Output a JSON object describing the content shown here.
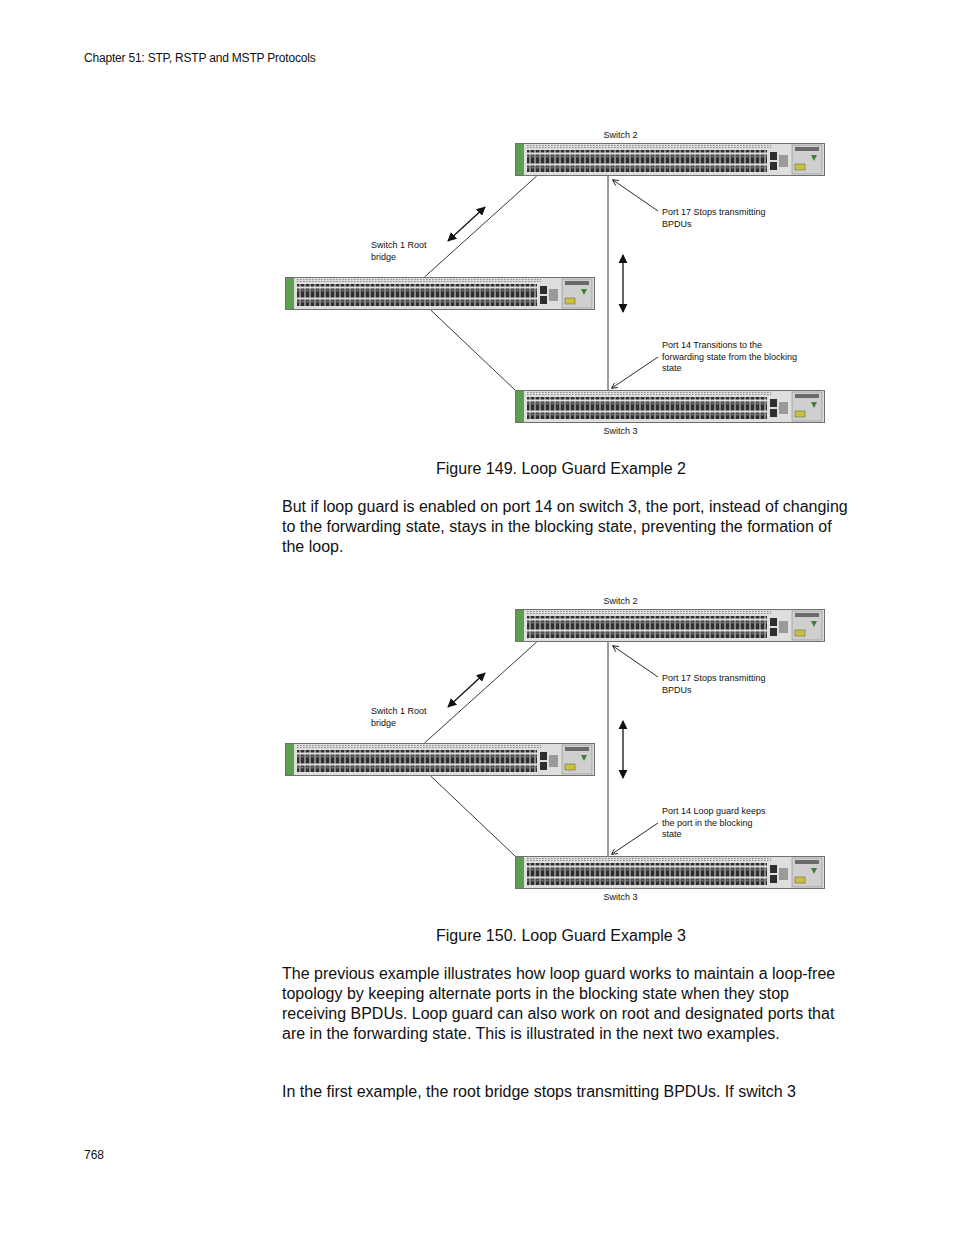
{
  "diagram": {
    "nodes": [
      {
        "text": [
          "Switch 2"
        ]
      },
      {
        "text": [
          "Switch 1 Root bridge"
        ]
      },
      {
        "text": [
          "Switch 3"
        ]
      },
      {
        "text": [
          "Switch 2"
        ]
      },
      {
        "text": [
          "Switch 1 Root bridge"
        ]
      },
      {
        "text": [
          "Switch 3"
        ]
      }
    ],
    "edges": [
      {
        "from": 1,
        "to": 0,
        "arrow": "none"
      },
      {
        "from": 1,
        "to": 2,
        "arrow": "none"
      },
      {
        "from": 0,
        "to": 2,
        "arrow": "none"
      },
      {
        "from": 4,
        "to": 3,
        "arrow": "none"
      },
      {
        "from": 4,
        "to": 5,
        "arrow": "none"
      },
      {
        "from": 3,
        "to": 5,
        "arrow": "none"
      }
    ],
    "labels": [
      "Chapter 51: STP, RSTP and MSTP Protocols",
      "Port 17 Stops transmitting BPDUs",
      "Port 14 Transitions to the forwarding state from the blocking state",
      "Figure 149. Loop Guard Example 2",
      "But if loop guard is enabled on port 14 on switch 3, the port, instead of changing to the forwarding state, stays in the blocking state, preventing the formation of the loop.",
      "Port 17 Stops transmitting BPDUs",
      "Port 14 Loop guard keeps the port in the blocking state",
      "Figure 150. Loop Guard Example 3",
      "The previous example illustrates how loop guard works to maintain a loop-free topology by keeping alternate ports in the blocking state when they stop receiving BPDUs. Loop guard can also work on root and designated ports that are in the forwarding state. This is illustrated in the next two examples.",
      "In the first example, the root bridge stops transmitting BPDUs. If switch 3",
      "768"
    ]
  }
}
